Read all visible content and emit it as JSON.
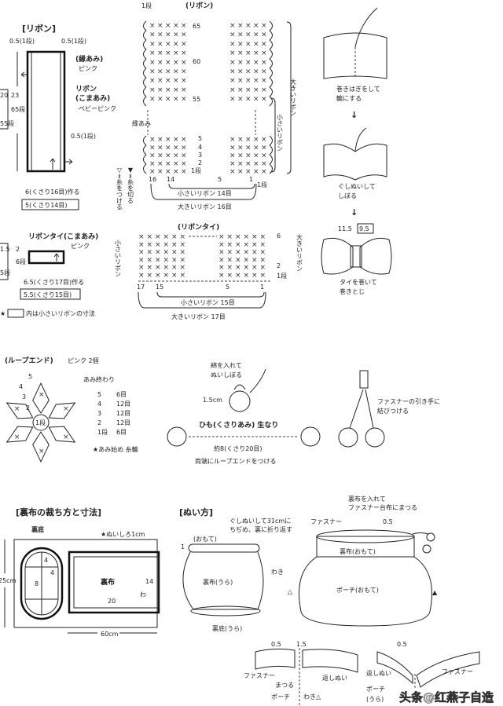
{
  "colors": {
    "ink": "#222222",
    "background": "#ffffff"
  },
  "ribbon": {
    "title": "[リボン]",
    "edge_left": "0.5(1段)",
    "edge_right": "0.5(1段)",
    "edge_side": "0.5(1段)",
    "border": "(縁あみ)",
    "border_color": "ピンク",
    "body": "リボン",
    "body_stitch": "(こまあみ)",
    "body_color": "ベビーピンク",
    "height_small": "20",
    "rows_small": "55段",
    "height_large": "23",
    "rows_large": "65段",
    "width_large": "6(くさり16目)作る",
    "width_small": "5(くさり14目)"
  },
  "ribbon_chart": {
    "title": "(リボン)",
    "start_row": "1段",
    "row_labels": [
      "65",
      "60",
      "55",
      "5",
      "4",
      "3",
      "2",
      "1段"
    ],
    "border": "縁あみ",
    "col_labels": [
      "16",
      "14",
      "5",
      "1"
    ],
    "bottom_row": "1段",
    "small_count": "小さいリボン 14目",
    "large_count": "大きいリボン 16目",
    "large_bracket": "大きいリボン",
    "small_bracket": "小さいリボン",
    "cut_legend": "▼=糸を切る",
    "attach_legend": "▽=糸をつける"
  },
  "bow_steps": {
    "step1a": "巻きはぎをして",
    "step1b": "輪にする",
    "step2a": "ぐしぬいして",
    "step2b": "しぼる",
    "size_large": "11.5",
    "size_small": "9.5",
    "step3a": "タイを巻いて",
    "step3b": "巻きとじ"
  },
  "tie": {
    "title": "リボンタイ(こまあみ)",
    "color": "ピンク",
    "h_small": "1.5",
    "rows_small": "5段",
    "h_large": "2",
    "rows_large": "6段",
    "width_large": "6.5(くさり17目)作る",
    "width_small": "5.5(くさり15目)",
    "note_star": "★",
    "note": "内は小さいリボンの寸法"
  },
  "tie_chart": {
    "title": "(リボンタイ)",
    "row_labels": [
      "6",
      "2",
      "1段"
    ],
    "col_labels": [
      "17",
      "15",
      "5",
      "1"
    ],
    "small_count": "小さいリボン 15目",
    "large_count": "大きいリボン 17目",
    "small_bracket": "小さいリボン",
    "large_bracket": "大きいリボン"
  },
  "loop_end": {
    "title": "(ループエンド)",
    "color_count": "ピンク 2個",
    "finish": "あみ終わり",
    "round_labels": [
      "5",
      "4",
      "3",
      "2",
      "1段"
    ],
    "rows": [
      {
        "row": "5",
        "count": "6目"
      },
      {
        "row": "4",
        "count": "12目"
      },
      {
        "row": "3",
        "count": "12目"
      },
      {
        "row": "2",
        "count": "12目"
      },
      {
        "row": "1段",
        "count": "6目"
      }
    ],
    "start": "★あみ始め 糸輪"
  },
  "cord": {
    "stuff_a": "綿を入れて",
    "stuff_b": "ぬいしぼる",
    "ball_size": "1.5cm",
    "title": "ひも(くさりあみ) 生なり",
    "length": "約8(くさり20目)",
    "ends": "両端にループエンドをつける",
    "attach_a": "ファスナーの引き手に",
    "attach_b": "結びつける"
  },
  "lining": {
    "title": "[裏布の裁ち方と寸法]",
    "bottom": "裏底",
    "seam": "★ぬいしろ1cm",
    "dim_a": "4",
    "dim_b": "4",
    "dim_c": "8",
    "body": "裏布",
    "height": "14",
    "width": "20",
    "fold": "わ",
    "total_h": "25cm",
    "total_w": "60cm"
  },
  "sewing": {
    "title": "[ぬい方]",
    "gather_a": "ぐしぬいして31cmに",
    "gather_b": "ちぢめ、裏に折り返す",
    "front": "(おもて)",
    "fold_w": "1",
    "side": "わき",
    "lining_back": "裏布(うら)",
    "bottom_back": "裏底(うら)",
    "insert_a": "裏布を入れて",
    "insert_b": "ファスナー台布にまつる",
    "zipper": "ファスナー",
    "margin": "0.5",
    "lining_front": "裏布(おもて)",
    "pouch_front": "ポーチ(おもて)",
    "mark_open": "△",
    "mark_filled": "▲"
  },
  "detail": {
    "margin_a": "0.5",
    "margin_b": "1.5",
    "zipper_a": "ファスナー",
    "slipstitch": "まつる",
    "backstitch_a": "返しぬい",
    "pouch_a": "ポーチ",
    "side": "わき△",
    "margin_c": "0.5",
    "backstitch_b": "返しぬい",
    "zipper_b": "ファスナー",
    "pouch_b": "ポーチ",
    "back": "(うら)"
  },
  "watermark": "头条@红燕子自造"
}
